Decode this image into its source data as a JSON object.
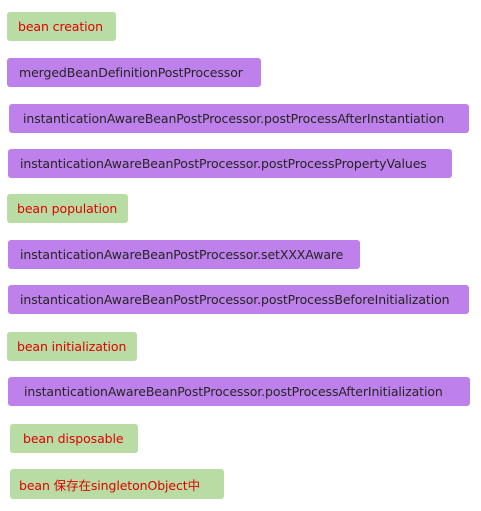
{
  "colors": {
    "stage_bg": "#b9dca4",
    "stage_text": "#e00000",
    "processor_bg": "#be80ea",
    "processor_text": "#252525"
  },
  "steps": [
    {
      "kind": "stage",
      "label": "bean creation"
    },
    {
      "kind": "processor",
      "label": "mergedBeanDefinitionPostProcessor"
    },
    {
      "kind": "processor",
      "label": "instanticationAwareBeanPostProcessor.postProcessAfterInstantiation"
    },
    {
      "kind": "processor",
      "label": "instanticationAwareBeanPostProcessor.postProcessPropertyValues"
    },
    {
      "kind": "stage",
      "label": "bean population"
    },
    {
      "kind": "processor",
      "label": "instanticationAwareBeanPostProcessor.setXXXAware"
    },
    {
      "kind": "processor",
      "label": "instanticationAwareBeanPostProcessor.postProcessBeforeInitialization"
    },
    {
      "kind": "stage",
      "label": "bean initialization"
    },
    {
      "kind": "processor",
      "label": "instanticationAwareBeanPostProcessor.postProcessAfterInitialization"
    },
    {
      "kind": "stage",
      "label": "bean disposable"
    },
    {
      "kind": "stage",
      "label": "bean 保存在singletonObject中"
    }
  ]
}
